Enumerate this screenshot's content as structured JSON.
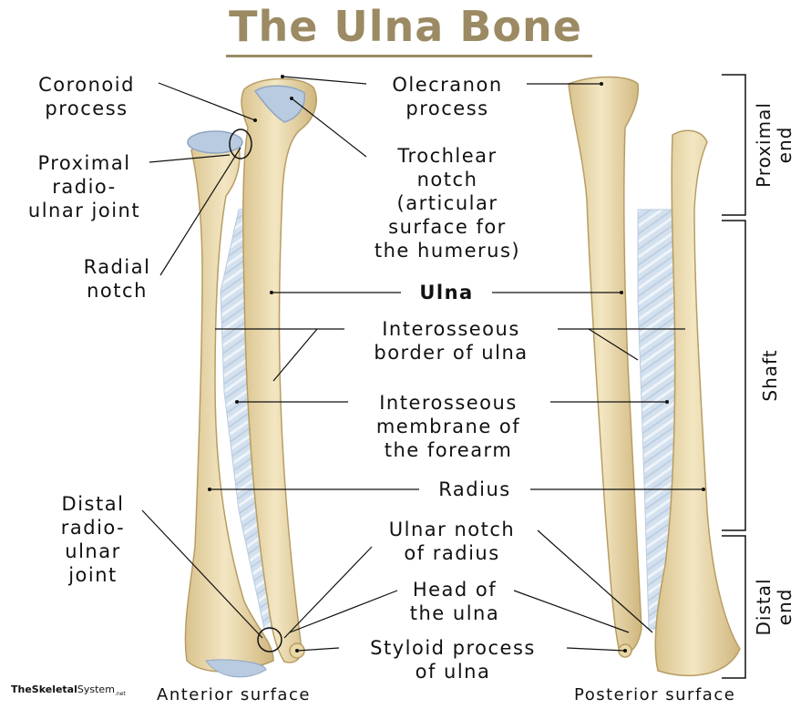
{
  "title": "The Ulna Bone",
  "labels": {
    "coronoid_process": [
      "Coronoid",
      "process"
    ],
    "olecranon_process": [
      "Olecranon",
      "process"
    ],
    "proximal_radioulnar_joint": [
      "Proximal",
      "radio-",
      "ulnar joint"
    ],
    "trochlear_notch": [
      "Trochlear",
      "notch",
      "(articular",
      "surface for",
      "the humerus)"
    ],
    "radial_notch": [
      "Radial",
      "notch"
    ],
    "ulna": "Ulna",
    "interosseous_border": [
      "Interosseous",
      "border of ulna"
    ],
    "interosseous_membrane": [
      "Interosseous",
      "membrane of",
      "the forearm"
    ],
    "radius": "Radius",
    "distal_radioulnar_joint": [
      "Distal",
      "radio-",
      "ulnar",
      "joint"
    ],
    "ulnar_notch": [
      "Ulnar notch",
      "of radius"
    ],
    "head_of_ulna": [
      "Head of",
      "the ulna"
    ],
    "styloid_process": [
      "Styloid process",
      "of ulna"
    ]
  },
  "sections": {
    "proximal": [
      "Proximal",
      "end"
    ],
    "shaft": "Shaft",
    "distal": [
      "Distal",
      "end"
    ]
  },
  "captions": {
    "anterior": "Anterior surface",
    "posterior": "Posterior surface"
  },
  "logo": {
    "brand_strong": "TheSkeletal",
    "brand_rest": "System",
    "suffix": ".net"
  },
  "colors": {
    "title": "#9b8a63",
    "bone": "#ead8a8",
    "bone_shadow": "#cdb57c",
    "cartilage": "#b9cbe0",
    "membrane": "#c9d8e8"
  }
}
